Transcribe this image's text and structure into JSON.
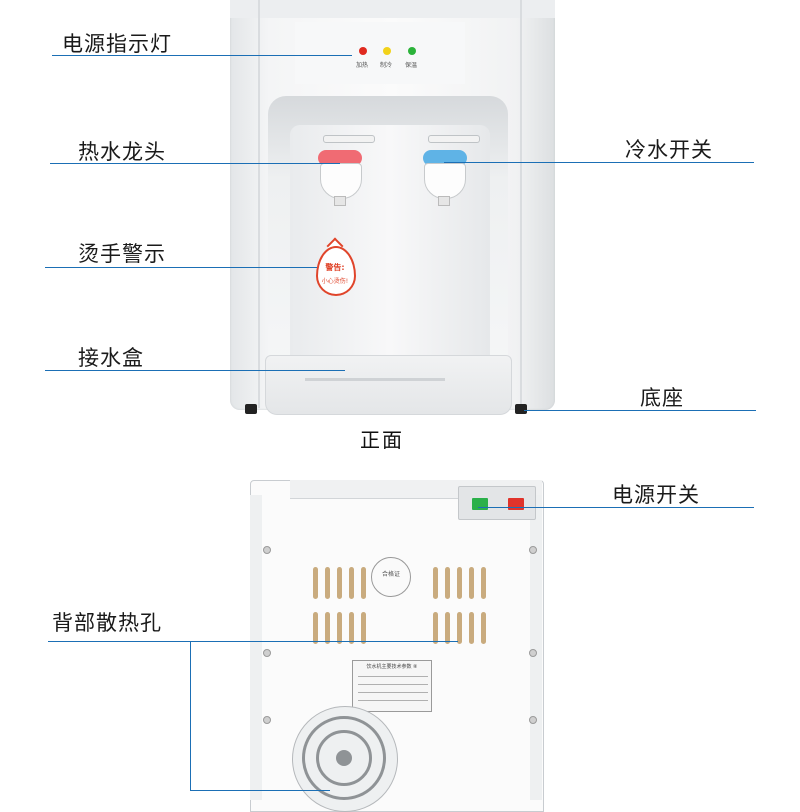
{
  "labels": {
    "power_indicator": "电源指示灯",
    "hot_tap": "热水龙头",
    "burn_warning": "烫手警示",
    "drip_tray": "接水盒",
    "cold_switch": "冷水开关",
    "base": "底座",
    "power_switch": "电源开关",
    "rear_vents": "背部散热孔"
  },
  "captions": {
    "front": "正面"
  },
  "front_panel": {
    "leds": [
      "加热",
      "制冷",
      "保温"
    ]
  },
  "warning_drop": {
    "line1": "警告:",
    "line2": "小心烫伤!"
  },
  "back_panel": {
    "seal_text": "合格证",
    "plate_title": "饮水机主要技术参数 ⑧"
  },
  "colors": {
    "callout_line": "#1b6fb5",
    "hot_ring": "#f06b73",
    "cold_ring": "#5fb3e6",
    "led_red": "#e02a1f",
    "led_yellow": "#f2d21a",
    "led_green": "#2bb33a",
    "warning_red": "#e0452b",
    "switch_green": "#2bb04a",
    "switch_red": "#e0332b"
  },
  "icons": {
    "warning": "drop-warning-icon",
    "fan": "fan-grille-icon"
  }
}
